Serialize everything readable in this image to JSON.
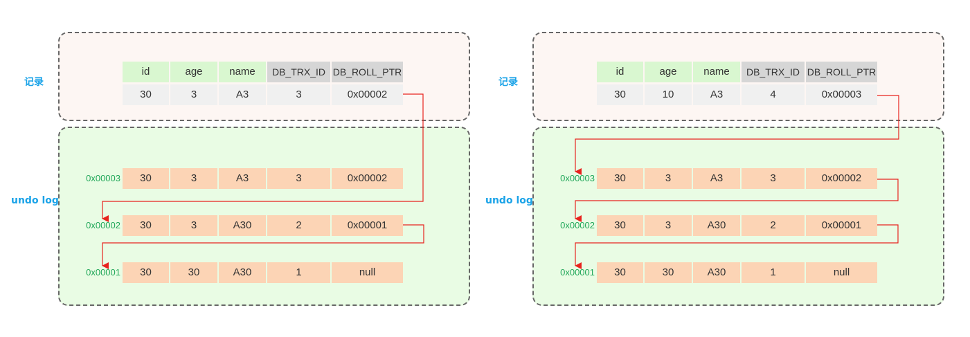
{
  "colors": {
    "record_bg": "#fdf6f3",
    "undo_bg": "#e9fce4",
    "header_green": "#d9f7d0",
    "header_gray": "#d6d6d6",
    "undo_cell": "#fcd4b5",
    "record_cell": "#f0f0f0",
    "label_blue": "#1aa3e8",
    "address_green": "#22a85a",
    "arrow_red": "#e8231e"
  },
  "headers": [
    "id",
    "age",
    "name",
    "DB_TRX_ID",
    "DB_ROLL_PTR"
  ],
  "panels": [
    {
      "record_label": "记录",
      "undo_label": "undo log",
      "record": [
        "30",
        "3",
        "A3",
        "3",
        "0x00002"
      ],
      "undo_rows": [
        {
          "addr": "0x00003",
          "cells": [
            "30",
            "3",
            "A3",
            "3",
            "0x00002"
          ]
        },
        {
          "addr": "0x00002",
          "cells": [
            "30",
            "3",
            "A30",
            "2",
            "0x00001"
          ]
        },
        {
          "addr": "0x00001",
          "cells": [
            "30",
            "30",
            "A30",
            "1",
            "null"
          ]
        }
      ]
    },
    {
      "record_label": "记录",
      "undo_label": "undo log",
      "record": [
        "30",
        "10",
        "A3",
        "4",
        "0x00003"
      ],
      "undo_rows": [
        {
          "addr": "0x00003",
          "cells": [
            "30",
            "3",
            "A3",
            "3",
            "0x00002"
          ]
        },
        {
          "addr": "0x00002",
          "cells": [
            "30",
            "3",
            "A30",
            "2",
            "0x00001"
          ]
        },
        {
          "addr": "0x00001",
          "cells": [
            "30",
            "30",
            "A30",
            "1",
            "null"
          ]
        }
      ]
    }
  ]
}
